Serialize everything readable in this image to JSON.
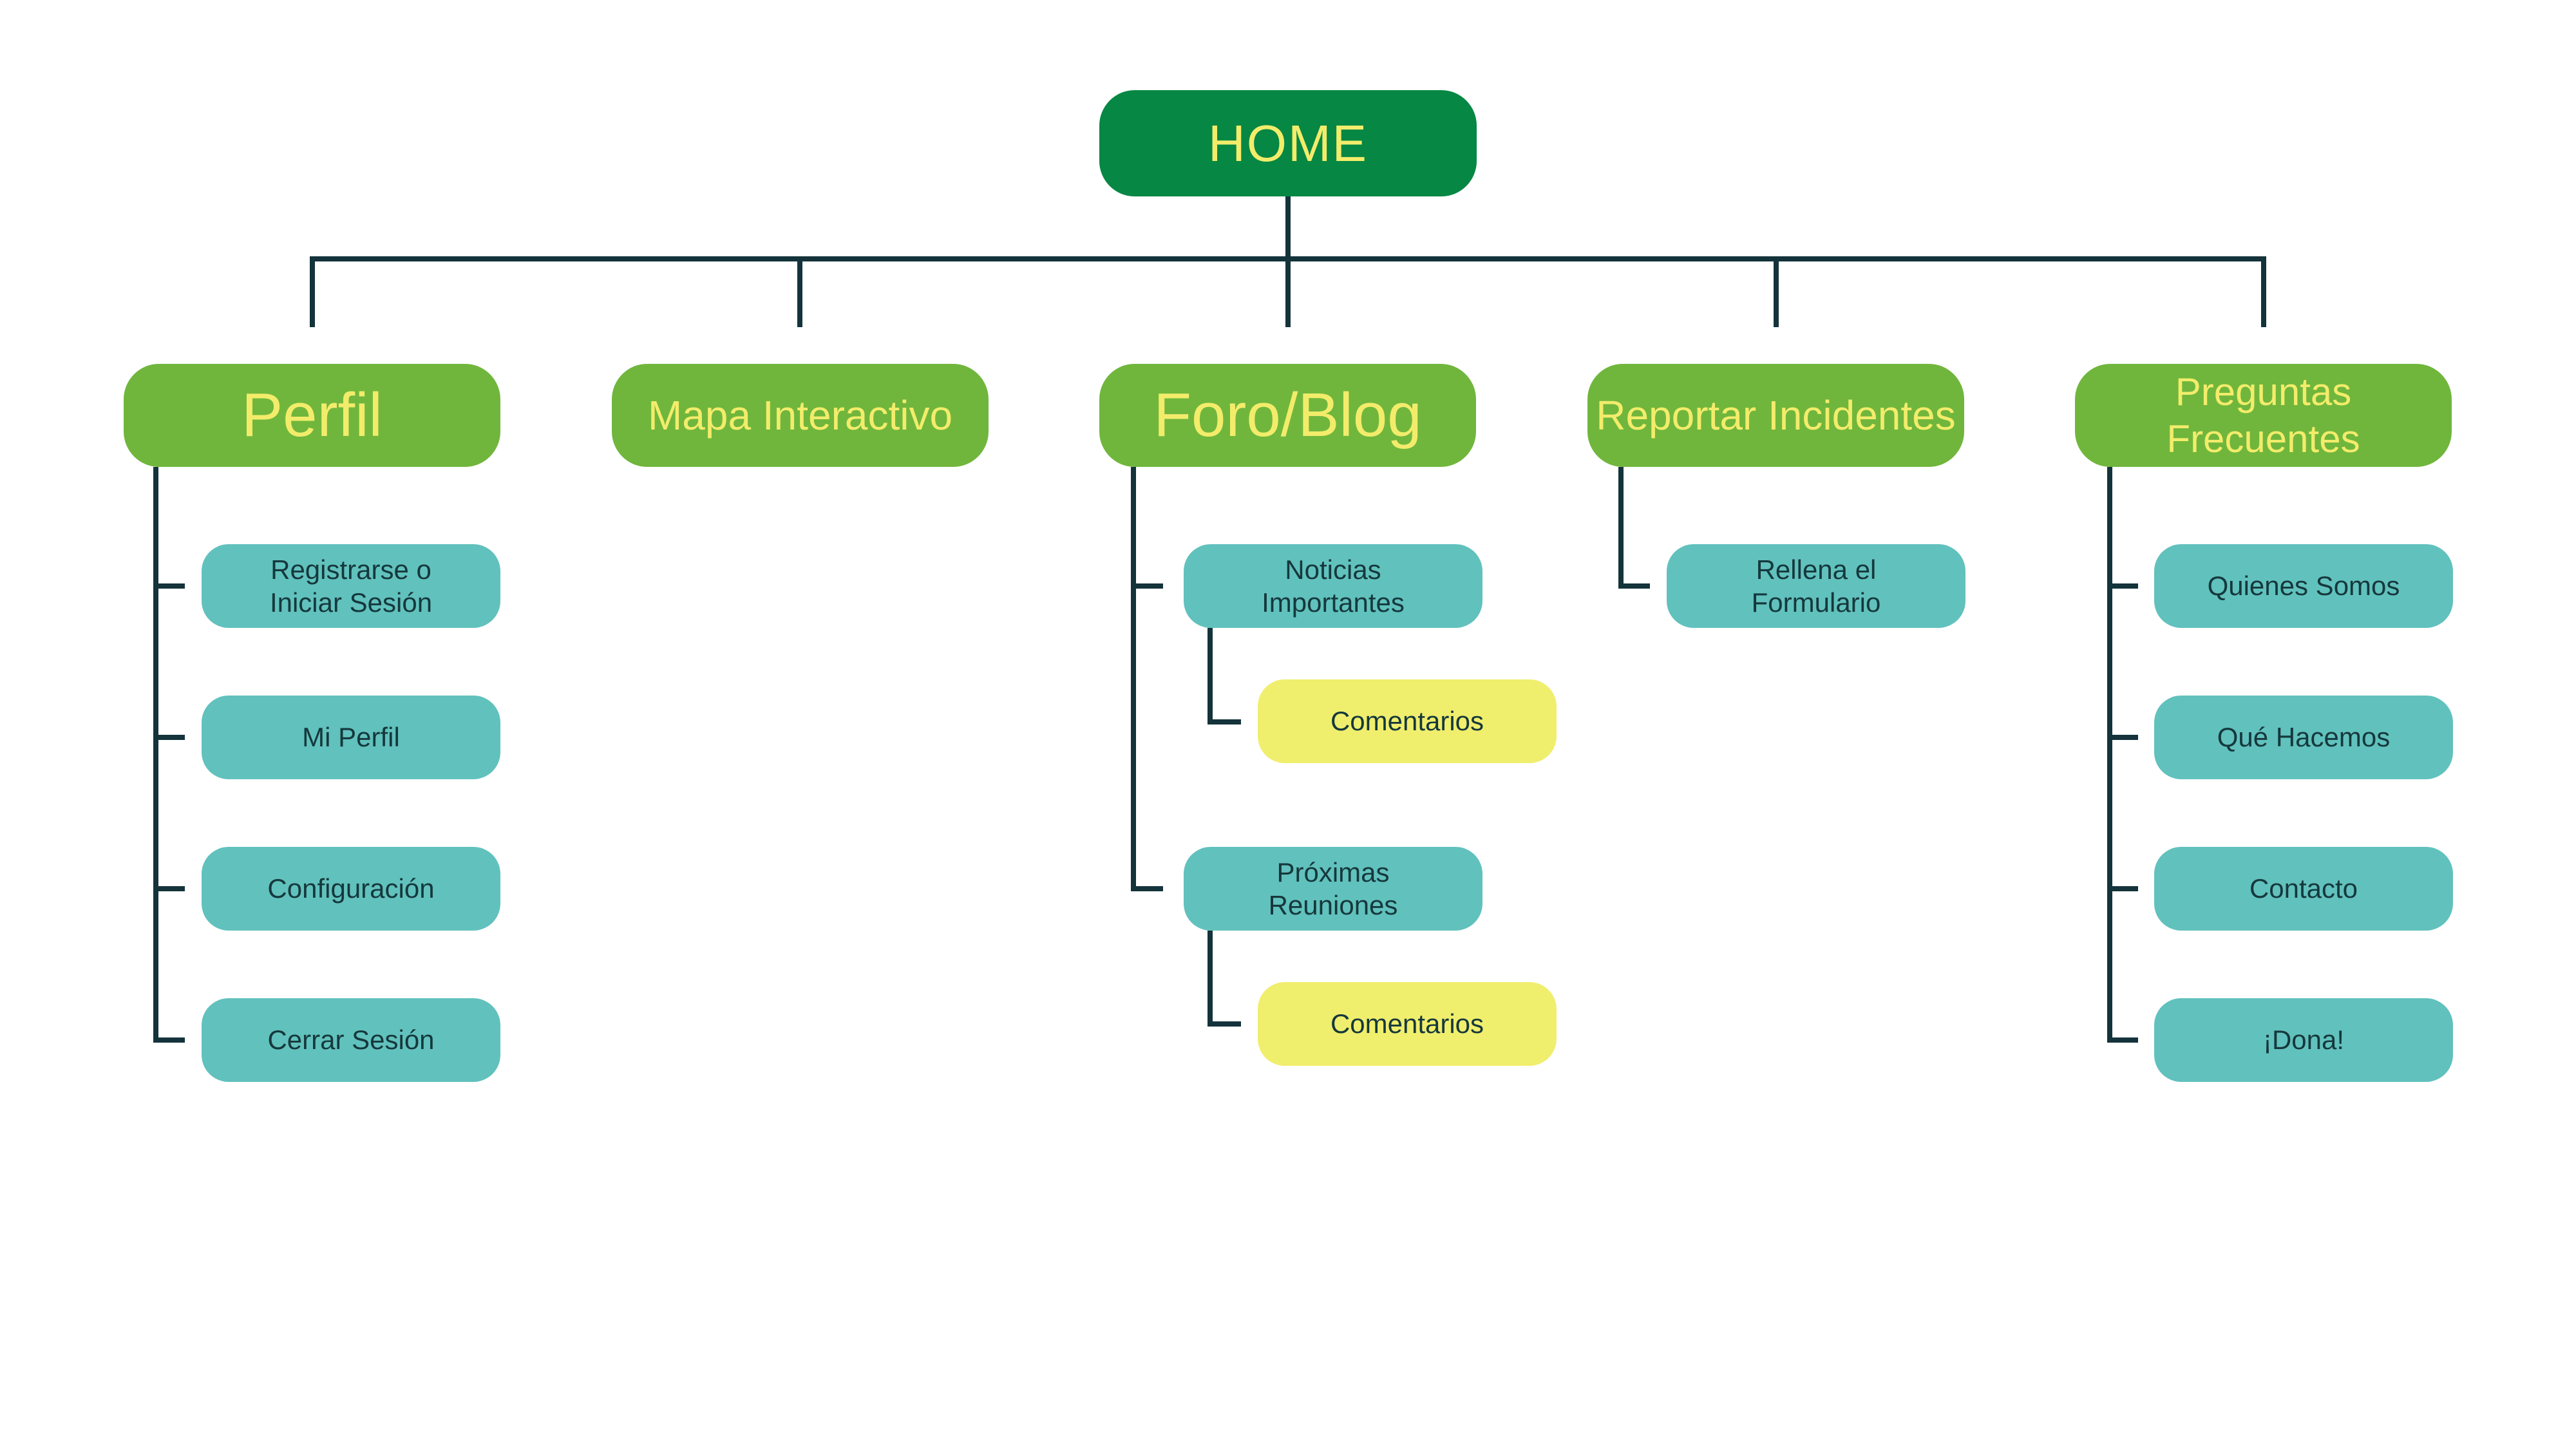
{
  "colors": {
    "root_fill": "#068743",
    "section_fill": "#70b63c",
    "leaf_fill": "#61c1bd",
    "subleaf_fill": "#f0ee6d",
    "heading_text": "#f3ec6b",
    "leaf_text": "#15383c",
    "line": "#14333b",
    "background": "#ffffff"
  },
  "tree": {
    "root": {
      "label": "HOME"
    },
    "sections": [
      {
        "label": "Perfil",
        "children": [
          {
            "label": [
              "Registrarse o",
              "Iniciar Sesión"
            ]
          },
          {
            "label": "Mi Perfil"
          },
          {
            "label": "Configuración"
          },
          {
            "label": "Cerrar Sesión"
          }
        ]
      },
      {
        "label": "Mapa Interactivo",
        "children": []
      },
      {
        "label": "Foro/Blog",
        "children": [
          {
            "label": [
              "Noticias",
              "Importantes"
            ],
            "children": [
              {
                "label": "Comentarios"
              }
            ]
          },
          {
            "label": [
              "Próximas",
              "Reuniones"
            ],
            "children": [
              {
                "label": "Comentarios"
              }
            ]
          }
        ]
      },
      {
        "label": "Reportar Incidentes",
        "children": [
          {
            "label": [
              "Rellena el",
              "Formulario"
            ]
          }
        ]
      },
      {
        "label": "Preguntas Frecuentes",
        "children": [
          {
            "label": "Quienes Somos"
          },
          {
            "label": "Qué Hacemos"
          },
          {
            "label": "Contacto"
          },
          {
            "label": "¡Dona!"
          }
        ]
      }
    ]
  }
}
